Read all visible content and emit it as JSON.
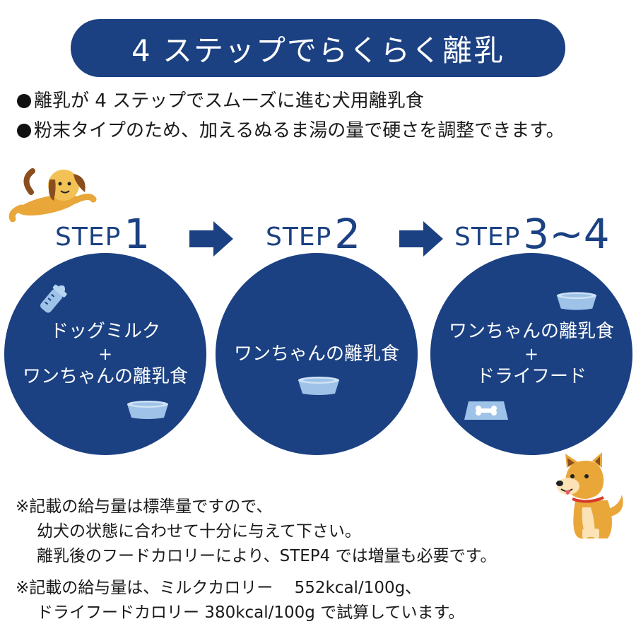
{
  "banner": {
    "title": "4 ステップでらくらく離乳"
  },
  "intro": {
    "lines": [
      "離乳が 4 ステップでスムーズに進む犬用離乳食",
      "粉末タイプのため、加えるぬるま湯の量で硬さを調整できます。"
    ]
  },
  "steps": [
    {
      "word": "STEP",
      "number": "1",
      "lines": [
        "ドッグミルク",
        "+",
        "ワンちゃんの離乳食"
      ]
    },
    {
      "word": "STEP",
      "number": "2",
      "lines": [
        "ワンちゃんの離乳食"
      ]
    },
    {
      "word": "STEP",
      "number": "3~4",
      "lines": [
        "ワンちゃんの離乳食",
        "+",
        "ドライフード"
      ]
    }
  ],
  "notes": [
    "※記載の給与量は標準量ですので、",
    "幼犬の状態に合わせて十分に与えて下さい。",
    "離乳後のフードカロリーにより、STEP4 では増量も必要です。",
    "※記載の給与量は、ミルクカロリー　 552kcal/100g、",
    "ドライフードカロリー 380kcal/100g で試算しています。"
  ],
  "icons": [
    "running-dog-icon",
    "milk-bottle-icon",
    "food-bowl-icon",
    "dog-bowl-bone-icon",
    "shiba-dog-icon",
    "arrow-right-icon"
  ],
  "colors": {
    "navy": "#1b4183",
    "light_blue": "#9fc3e8",
    "dog_tan": "#e9a73a"
  }
}
